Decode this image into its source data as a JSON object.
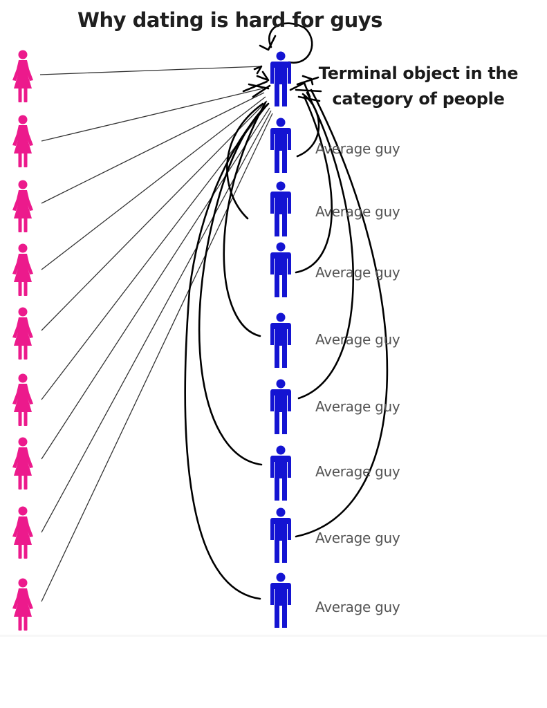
{
  "title": "Why dating is hard for guys",
  "terminal": {
    "line1": "Terminal object in the",
    "line2": "category of people"
  },
  "guy_label": "Average guy",
  "women_count": 9,
  "guys_count": 8,
  "colors": {
    "woman": "#ec1a8c",
    "man": "#1414d2",
    "ink": "#000000",
    "thin_line": "#333333"
  },
  "icons": {
    "woman": "female-person-icon",
    "man": "male-person-icon"
  }
}
